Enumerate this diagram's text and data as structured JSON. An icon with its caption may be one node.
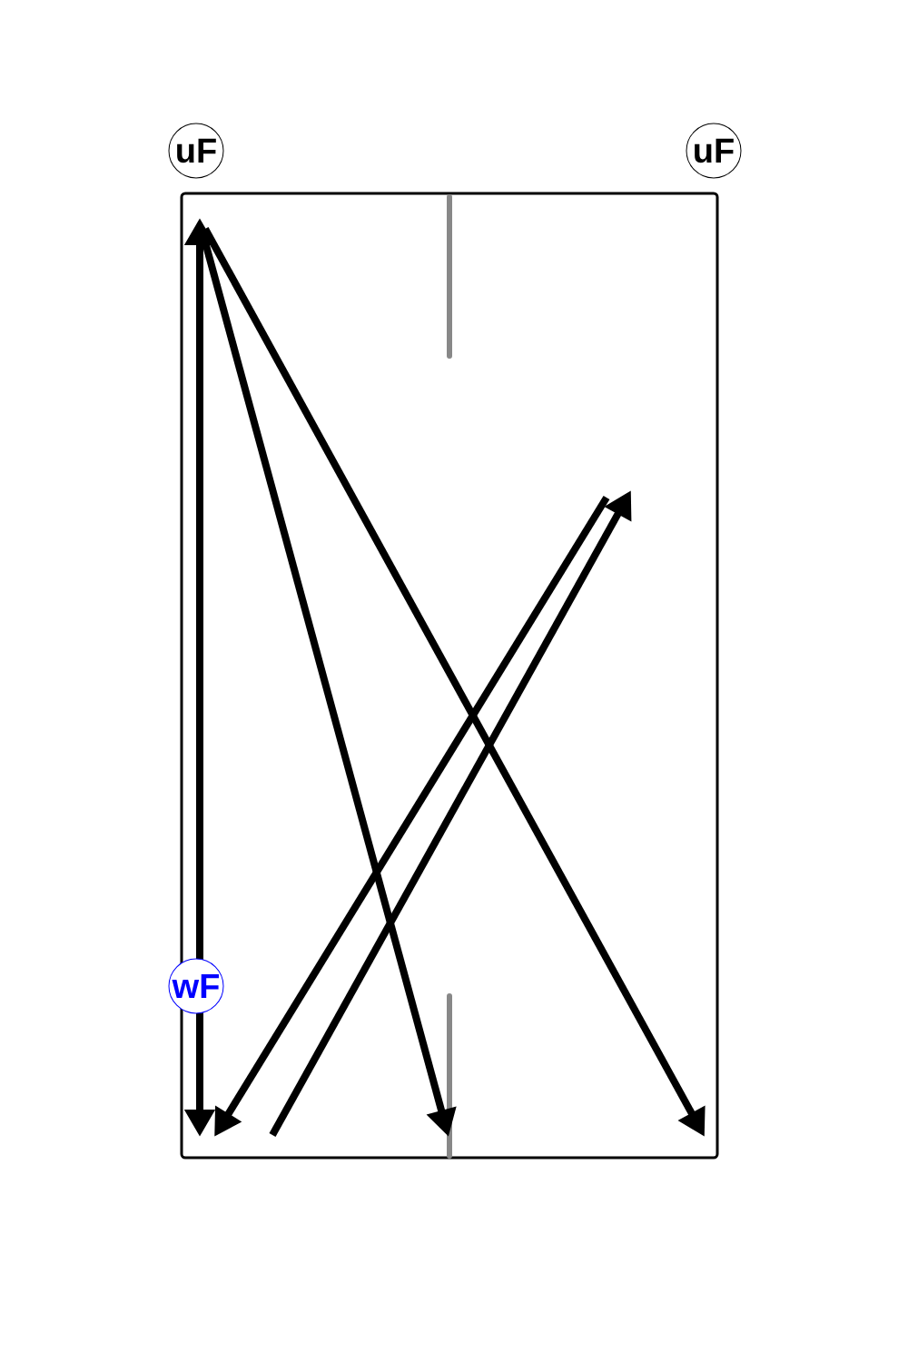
{
  "diagram": {
    "nodes": [
      {
        "text": [
          "uF"
        ]
      },
      {
        "text": [
          "uF"
        ]
      },
      {
        "text": [
          "wF"
        ]
      }
    ]
  }
}
